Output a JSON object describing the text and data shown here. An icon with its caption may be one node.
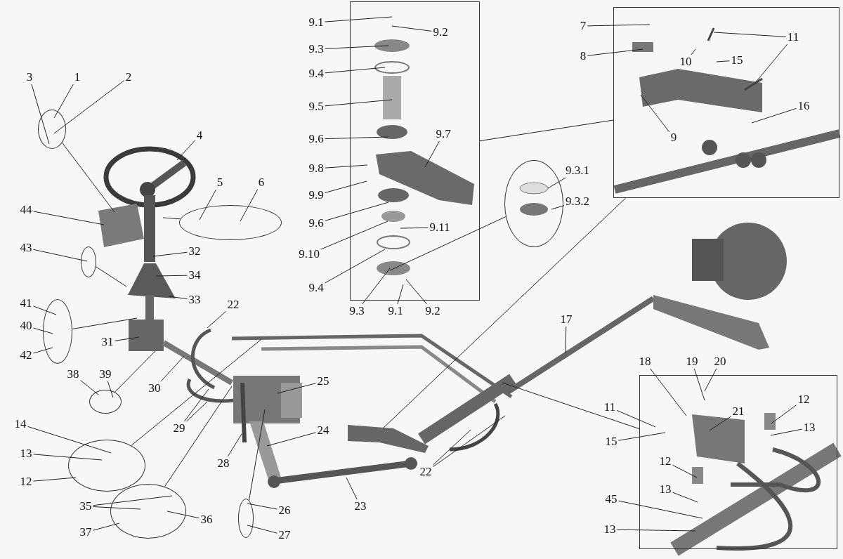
{
  "diagram": {
    "nodes": [
      {
        "text": [
          "3"
        ]
      },
      {
        "text": [
          "1"
        ]
      },
      {
        "text": [
          "2"
        ]
      },
      {
        "text": [],
        "shape": "ellipse"
      },
      {
        "text": [
          "4"
        ]
      },
      {
        "text": [
          "5"
        ]
      },
      {
        "text": [
          "6"
        ]
      },
      {
        "text": [],
        "shape": "ellipse"
      },
      {
        "text": [
          "44"
        ]
      },
      {
        "text": [
          "43"
        ]
      },
      {
        "text": [],
        "shape": "ellipse"
      },
      {
        "text": [
          "32"
        ]
      },
      {
        "text": [
          "34"
        ]
      },
      {
        "text": [
          "33"
        ]
      },
      {
        "text": [
          "41"
        ]
      },
      {
        "text": [
          "40"
        ]
      },
      {
        "text": [
          "42"
        ]
      },
      {
        "text": [],
        "shape": "ellipse"
      },
      {
        "text": [
          "31"
        ]
      },
      {
        "text": [
          "22"
        ]
      },
      {
        "text": [
          "38"
        ]
      },
      {
        "text": [
          "39"
        ]
      },
      {
        "text": [],
        "shape": "ellipse"
      },
      {
        "text": [
          "30"
        ]
      },
      {
        "text": [
          "25"
        ]
      },
      {
        "text": [
          "29"
        ]
      },
      {
        "text": [
          "14"
        ]
      },
      {
        "text": [
          "13"
        ]
      },
      {
        "text": [
          "12"
        ]
      },
      {
        "text": [],
        "shape": "ellipse"
      },
      {
        "text": [
          "24"
        ]
      },
      {
        "text": [
          "28"
        ]
      },
      {
        "text": [
          "35"
        ]
      },
      {
        "text": [
          "36"
        ]
      },
      {
        "text": [
          "37"
        ]
      },
      {
        "text": [],
        "shape": "ellipse"
      },
      {
        "text": [
          "26"
        ]
      },
      {
        "text": [
          "27"
        ]
      },
      {
        "text": [],
        "shape": "ellipse"
      },
      {
        "text": [
          "23"
        ]
      },
      {
        "text": [
          "22"
        ]
      },
      {
        "text": [
          "17"
        ]
      },
      {
        "text": [],
        "shape": "box"
      },
      {
        "text": [
          "9.1"
        ]
      },
      {
        "text": [
          "9.2"
        ],
        "in": 42
      },
      {
        "text": [
          "9.3"
        ]
      },
      {
        "text": [
          "9.4"
        ]
      },
      {
        "text": [
          "9.5"
        ]
      },
      {
        "text": [
          "9.6"
        ]
      },
      {
        "text": [
          "9.7"
        ],
        "in": 42
      },
      {
        "text": [
          "9.8"
        ]
      },
      {
        "text": [
          "9.9"
        ]
      },
      {
        "text": [
          "9.6"
        ]
      },
      {
        "text": [
          "9.11"
        ],
        "in": 42
      },
      {
        "text": [
          "9.10"
        ]
      },
      {
        "text": [
          "9.4"
        ]
      },
      {
        "text": [
          "9.3"
        ]
      },
      {
        "text": [
          "9.1"
        ]
      },
      {
        "text": [
          "9.2"
        ]
      },
      {
        "text": [],
        "shape": "ellipse"
      },
      {
        "text": [
          "9.3.1"
        ]
      },
      {
        "text": [
          "9.3.2"
        ]
      },
      {
        "text": [],
        "shape": "box"
      },
      {
        "text": [
          "7"
        ]
      },
      {
        "text": [
          "11"
        ],
        "in": 62
      },
      {
        "text": [
          "8"
        ]
      },
      {
        "text": [
          "10"
        ],
        "in": 62
      },
      {
        "text": [
          "15"
        ],
        "in": 62
      },
      {
        "text": [
          "16"
        ],
        "in": 62
      },
      {
        "text": [
          "9"
        ],
        "in": 62
      },
      {
        "text": [],
        "shape": "box"
      },
      {
        "text": [
          "18"
        ]
      },
      {
        "text": [
          "19"
        ]
      },
      {
        "text": [
          "20"
        ]
      },
      {
        "text": [
          "11"
        ]
      },
      {
        "text": [
          "21"
        ],
        "in": 70
      },
      {
        "text": [
          "12"
        ],
        "in": 70
      },
      {
        "text": [
          "13"
        ],
        "in": 70
      },
      {
        "text": [
          "15"
        ]
      },
      {
        "text": [
          "12"
        ],
        "in": 70
      },
      {
        "text": [
          "13"
        ],
        "in": 70
      },
      {
        "text": [
          "45"
        ]
      },
      {
        "text": [
          "13"
        ]
      }
    ],
    "edges": [
      {
        "from": 0,
        "to": 3,
        "arrow": "none"
      },
      {
        "from": 1,
        "to": 3,
        "arrow": "none"
      },
      {
        "from": 2,
        "to": 3,
        "arrow": "none"
      },
      {
        "from": 3,
        "to": null,
        "arrow": "none"
      },
      {
        "from": 4,
        "to": null,
        "arrow": "none"
      },
      {
        "from": 5,
        "to": 7,
        "arrow": "none"
      },
      {
        "from": 6,
        "to": 7,
        "arrow": "none"
      },
      {
        "from": 7,
        "to": null,
        "arrow": "none"
      },
      {
        "from": 8,
        "to": null,
        "arrow": "none"
      },
      {
        "from": 9,
        "to": 10,
        "arrow": "none"
      },
      {
        "from": 10,
        "to": null,
        "arrow": "none"
      },
      {
        "from": 11,
        "to": null,
        "arrow": "none"
      },
      {
        "from": 12,
        "to": null,
        "arrow": "none"
      },
      {
        "from": 13,
        "to": null,
        "arrow": "none"
      },
      {
        "from": 14,
        "to": 17,
        "arrow": "none"
      },
      {
        "from": 15,
        "to": 17,
        "arrow": "none"
      },
      {
        "from": 16,
        "to": 17,
        "arrow": "none"
      },
      {
        "from": 17,
        "to": null,
        "arrow": "none"
      },
      {
        "from": 18,
        "to": null,
        "arrow": "none"
      },
      {
        "from": 19,
        "to": null,
        "arrow": "none"
      },
      {
        "from": 20,
        "to": 22,
        "arrow": "none"
      },
      {
        "from": 21,
        "to": 22,
        "arrow": "none"
      },
      {
        "from": 22,
        "to": null,
        "arrow": "none"
      },
      {
        "from": 23,
        "to": null,
        "arrow": "none"
      },
      {
        "from": 24,
        "to": null,
        "arrow": "none"
      },
      {
        "from": 25,
        "to": null,
        "arrow": "none"
      },
      {
        "from": 25,
        "to": null,
        "arrow": "none"
      },
      {
        "from": 26,
        "to": 29,
        "arrow": "none"
      },
      {
        "from": 27,
        "to": 29,
        "arrow": "none"
      },
      {
        "from": 28,
        "to": 29,
        "arrow": "none"
      },
      {
        "from": 29,
        "to": null,
        "arrow": "none"
      },
      {
        "from": 30,
        "to": null,
        "arrow": "none"
      },
      {
        "from": 31,
        "to": null,
        "arrow": "none"
      },
      {
        "from": 32,
        "to": 35,
        "arrow": "none"
      },
      {
        "from": 32,
        "to": 35,
        "arrow": "none"
      },
      {
        "from": 33,
        "to": 35,
        "arrow": "none"
      },
      {
        "from": 34,
        "to": 35,
        "arrow": "none"
      },
      {
        "from": 35,
        "to": null,
        "arrow": "none"
      },
      {
        "from": 36,
        "to": 38,
        "arrow": "none"
      },
      {
        "from": 37,
        "to": 38,
        "arrow": "none"
      },
      {
        "from": 38,
        "to": null,
        "arrow": "none"
      },
      {
        "from": 39,
        "to": null,
        "arrow": "none"
      },
      {
        "from": 40,
        "to": null,
        "arrow": "none"
      },
      {
        "from": 40,
        "to": null,
        "arrow": "none"
      },
      {
        "from": 41,
        "to": null,
        "arrow": "none"
      },
      {
        "from": 42,
        "to": 62,
        "arrow": "none"
      },
      {
        "from": 43,
        "to": null,
        "arrow": "none"
      },
      {
        "from": 44,
        "to": null,
        "arrow": "none"
      },
      {
        "from": 45,
        "to": null,
        "arrow": "none"
      },
      {
        "from": 46,
        "to": null,
        "arrow": "none"
      },
      {
        "from": 47,
        "to": null,
        "arrow": "none"
      },
      {
        "from": 48,
        "to": null,
        "arrow": "none"
      },
      {
        "from": 49,
        "to": null,
        "arrow": "none"
      },
      {
        "from": 50,
        "to": null,
        "arrow": "none"
      },
      {
        "from": 51,
        "to": null,
        "arrow": "none"
      },
      {
        "from": 52,
        "to": null,
        "arrow": "none"
      },
      {
        "from": 53,
        "to": null,
        "arrow": "none"
      },
      {
        "from": 54,
        "to": null,
        "arrow": "none"
      },
      {
        "from": 55,
        "to": null,
        "arrow": "none"
      },
      {
        "from": 56,
        "to": null,
        "arrow": "none"
      },
      {
        "from": 57,
        "to": null,
        "arrow": "none"
      },
      {
        "from": 58,
        "to": null,
        "arrow": "none"
      },
      {
        "from": 59,
        "to": null,
        "arrow": "none"
      },
      {
        "from": 60,
        "to": 59,
        "arrow": "none"
      },
      {
        "from": 61,
        "to": 59,
        "arrow": "none"
      },
      {
        "from": 62,
        "to": null,
        "arrow": "none"
      },
      {
        "from": 63,
        "to": null,
        "arrow": "none"
      },
      {
        "from": 64,
        "to": null,
        "arrow": "none"
      },
      {
        "from": 64,
        "to": null,
        "arrow": "none"
      },
      {
        "from": 65,
        "to": null,
        "arrow": "none"
      },
      {
        "from": 66,
        "to": null,
        "arrow": "none"
      },
      {
        "from": 67,
        "to": null,
        "arrow": "none"
      },
      {
        "from": 68,
        "to": null,
        "arrow": "none"
      },
      {
        "from": 69,
        "to": null,
        "arrow": "none"
      },
      {
        "from": 70,
        "to": null,
        "arrow": "none"
      },
      {
        "from": 71,
        "to": null,
        "arrow": "none"
      },
      {
        "from": 72,
        "to": null,
        "arrow": "none"
      },
      {
        "from": 73,
        "to": null,
        "arrow": "none"
      },
      {
        "from": 74,
        "to": null,
        "arrow": "none"
      },
      {
        "from": 75,
        "to": null,
        "arrow": "none"
      },
      {
        "from": 76,
        "to": null,
        "arrow": "none"
      },
      {
        "from": 77,
        "to": null,
        "arrow": "none"
      },
      {
        "from": 78,
        "to": null,
        "arrow": "none"
      },
      {
        "from": 79,
        "to": null,
        "arrow": "none"
      },
      {
        "from": 80,
        "to": null,
        "arrow": "none"
      },
      {
        "from": 81,
        "to": null,
        "arrow": "none"
      },
      {
        "from": 82,
        "to": null,
        "arrow": "none"
      }
    ]
  }
}
